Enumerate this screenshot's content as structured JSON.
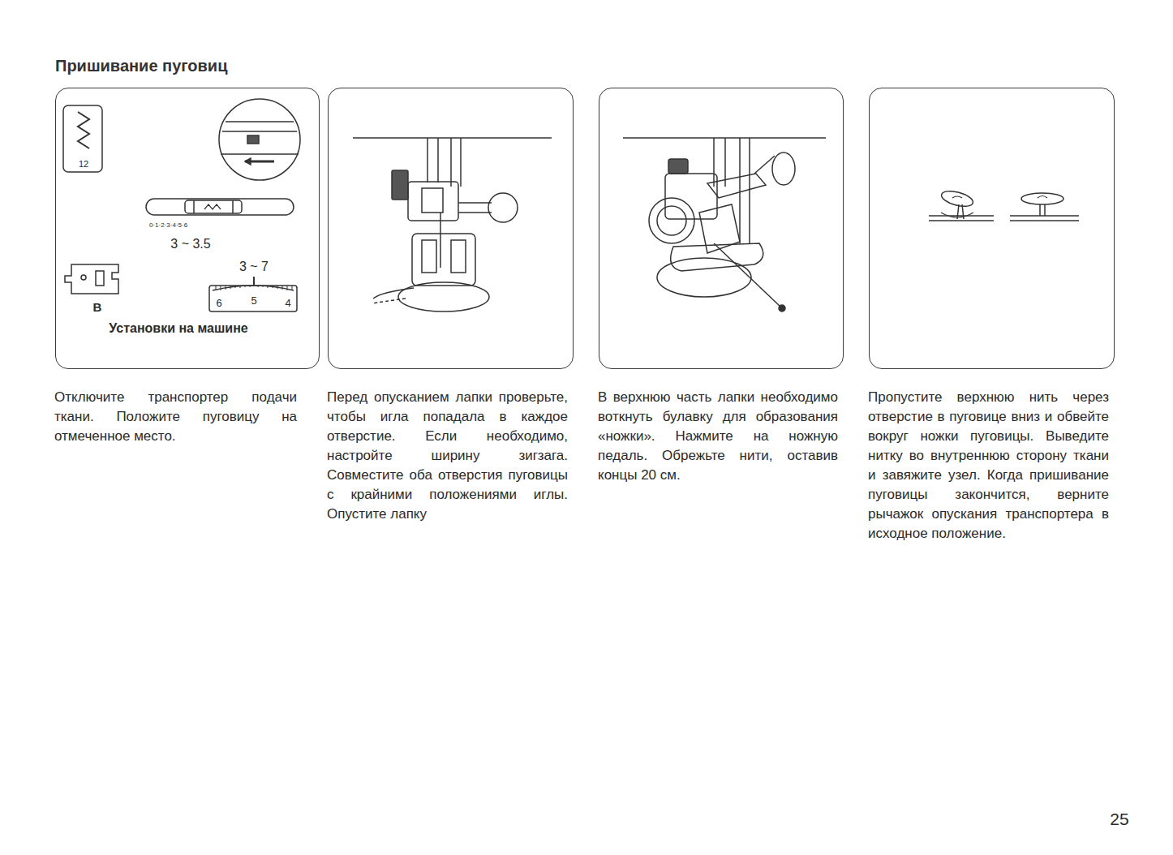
{
  "diagram": {
    "title": "Пришивание пуговиц",
    "nodes": [
      {
        "text": [
          "Установки на машине",
          "Отключите транспортер подачи ткани. Положите пуговицу на отмеченное место."
        ]
      },
      {
        "text": [
          "Перед опусканием лапки проверьте, чтобы игла попадала в каждое отверстие. Если необходимо, настройте ширину зигзага. Совместите оба отверстия пуговицы с крайними положениями иглы. Опустите лапку"
        ]
      },
      {
        "text": [
          "В верхнюю часть лапки необходимо воткнуть булавку для образования «ножки». Нажмите на ножную педаль. Обрежьте нити, оставив концы 20 см."
        ]
      },
      {
        "text": [
          "Пропустите верхнюю нить через отверстие в пуговице вниз и обвейте вокруг ножки пуговицы. Выведите нитку во внутреннюю сторону ткани и завяжите узел. Когда пришивание пуговицы закончится, верните рычажок опускания транспортера в исходное положение."
        ]
      }
    ],
    "labels": [
      "12",
      "0·1·2·3·4·5·6",
      "3 ~ 3.5",
      "B",
      "3 ~ 7",
      "6",
      "5",
      "4",
      "25"
    ]
  }
}
